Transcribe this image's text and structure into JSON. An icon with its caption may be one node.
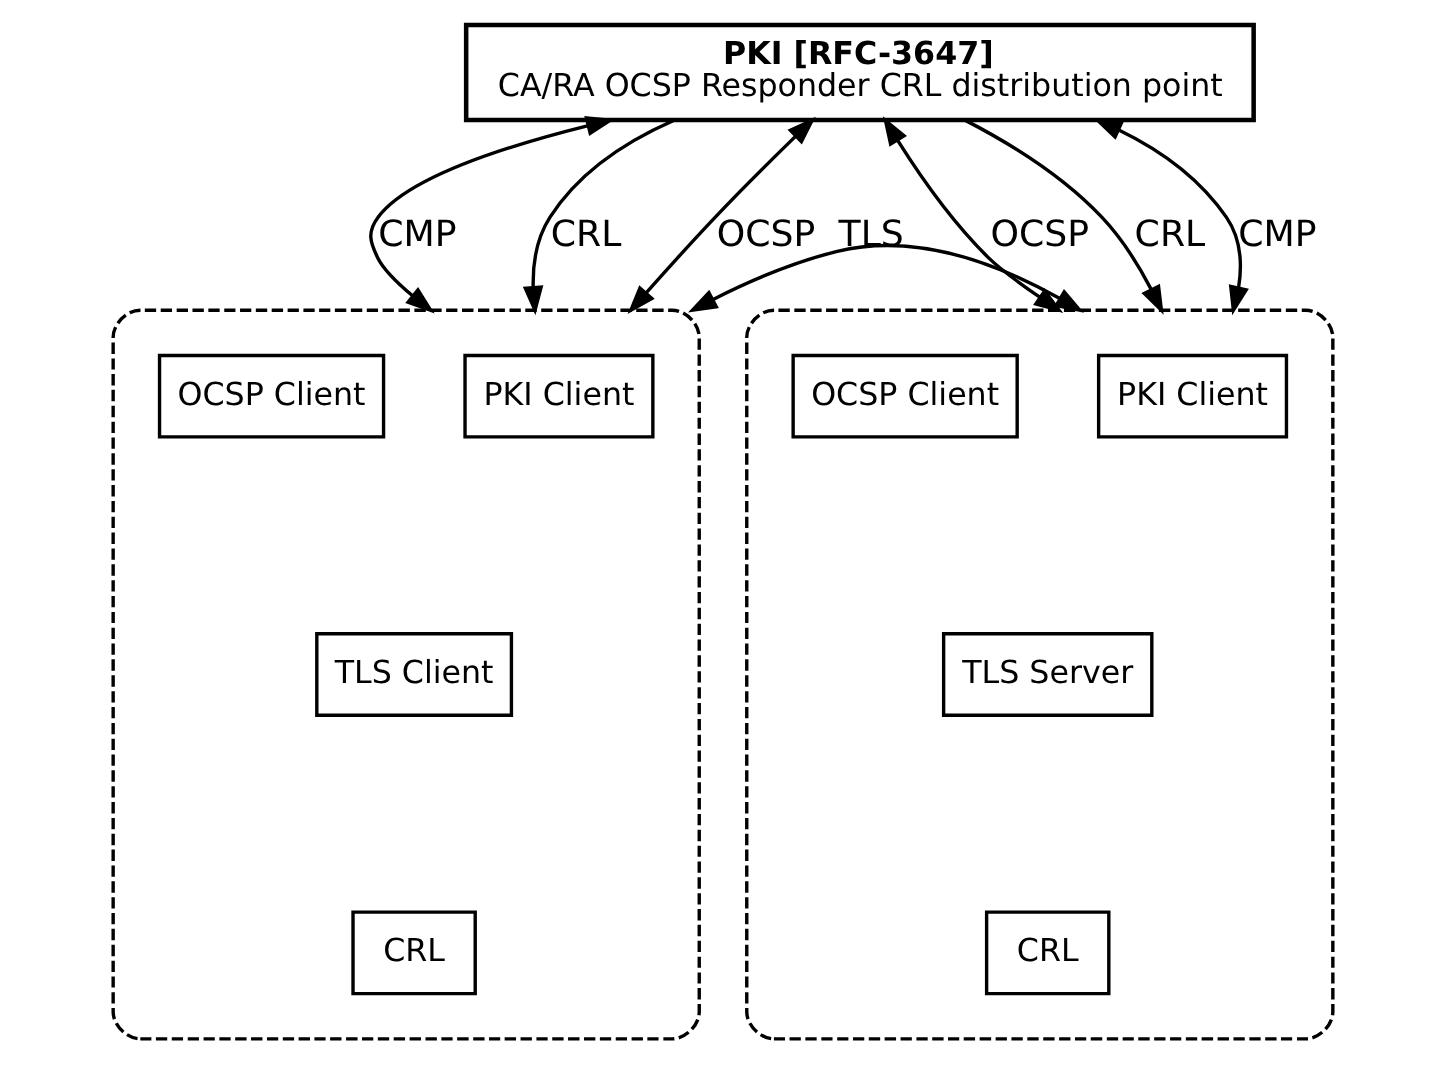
{
  "diagram": {
    "nodes": [
      {
        "text": [
          "PKI [RFC-3647]",
          "CA/RA OCSP Responder CRL distribution point"
        ]
      },
      {
        "text": [],
        "shape": "ellipse"
      },
      {
        "text": [
          "PKI Client"
        ],
        "in": 1
      },
      {
        "text": [
          "OCSP Client"
        ],
        "in": 1
      },
      {
        "text": [
          "TLS Client"
        ],
        "in": 1
      },
      {
        "text": [
          "CRL"
        ],
        "in": 1
      },
      {
        "text": [],
        "shape": "ellipse"
      },
      {
        "text": [
          "PKI Client"
        ],
        "in": 6
      },
      {
        "text": [
          "OCSP Client"
        ],
        "in": 6
      },
      {
        "text": [
          "TLS Server"
        ],
        "in": 6
      },
      {
        "text": [
          "CRL"
        ],
        "in": 6
      }
    ],
    "edges": [
      {
        "from": 0,
        "to": 1,
        "arrow": "both",
        "label": "CMP"
      },
      {
        "from": 0,
        "to": 1,
        "arrow": "to",
        "label": "CRL"
      },
      {
        "from": 0,
        "to": 1,
        "arrow": "both",
        "label": "OCSP"
      },
      {
        "from": 0,
        "to": 6,
        "arrow": "both",
        "label": "OCSP"
      },
      {
        "from": 0,
        "to": 6,
        "arrow": "to",
        "label": "CRL"
      },
      {
        "from": 0,
        "to": 6,
        "arrow": "both",
        "label": "CMP"
      },
      {
        "from": 1,
        "to": 6,
        "arrow": "both",
        "label": "TLS"
      }
    ]
  }
}
